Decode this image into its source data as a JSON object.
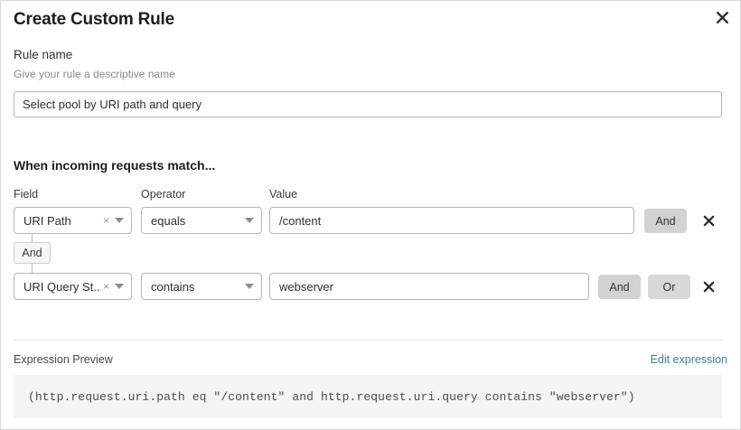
{
  "dialog": {
    "title": "Create Custom Rule",
    "close_icon": "close-icon"
  },
  "rule_name": {
    "label": "Rule name",
    "help": "Give your rule a descriptive name",
    "value": "Select pool by URI path and query",
    "placeholder": "Rule name"
  },
  "match_section": {
    "heading": "When incoming requests match...",
    "columns": {
      "field": "Field",
      "operator": "Operator",
      "value": "Value"
    },
    "group_connector": "And",
    "rows": [
      {
        "field": "URI Path",
        "clear_icon": "×",
        "operator": "equals",
        "value": "/content",
        "value_placeholder": "Enter value",
        "buttons": [
          "And"
        ],
        "delete_icon": "close-icon"
      },
      {
        "field": "URI Query St...",
        "clear_icon": "×",
        "operator": "contains",
        "value": "webserver",
        "value_placeholder": "Enter value",
        "buttons": [
          "And",
          "Or"
        ],
        "delete_icon": "close-icon"
      }
    ]
  },
  "expression_preview": {
    "label": "Expression Preview",
    "edit_link": "Edit expression",
    "expression": "(http.request.uri.path eq \"/content\" and http.request.uri.query contains \"webserver\")"
  },
  "colors": {
    "link": "#3c7eab",
    "button_gray": "#d2d2d2",
    "border": "#b5b5b5",
    "preview_bg": "#f4f4f4"
  }
}
